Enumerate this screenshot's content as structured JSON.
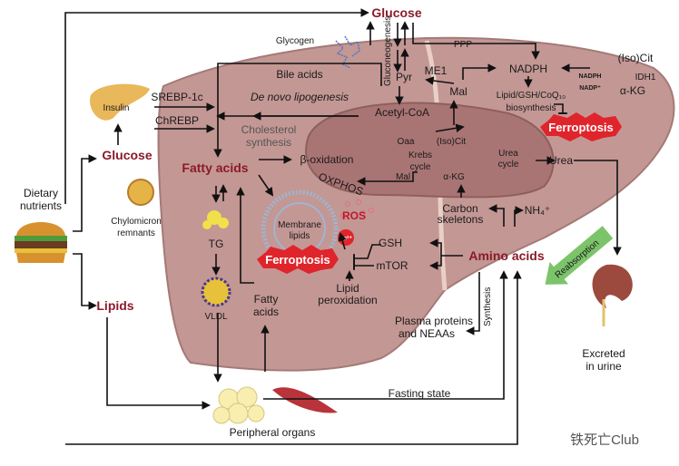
{
  "labels": {
    "glucose_top": "Glucose",
    "glycogen": "Glycogen",
    "gluconeogenesis": "Gluconeogenesis",
    "ppp": "PPP",
    "pyr": "Pyr",
    "me1": "ME1",
    "mal_cyto": "Mal",
    "nadph": "NADPH",
    "isocit_cyto": "(Iso)Cit",
    "nadph_small": "NADPH",
    "nadp_small": "NADP⁺",
    "idh1": "IDH1",
    "akg_cyto": "α-KG",
    "biosynthesis_1": "Lipid/GSH/CoQ₁₀",
    "biosynthesis_2": "biosynthesis",
    "ferroptosis_right": "Ferroptosis",
    "bile_acids": "Bile acids",
    "srebp": "SREBP-1c",
    "chrebp": "ChREBP",
    "insulin": "Insulin",
    "de_novo": "De novo lipogenesis",
    "acetyl_coa": "Acetyl-CoA",
    "cholesterol_1": "Cholesterol",
    "cholesterol_2": "synthesis",
    "glucose_left": "Glucose",
    "fatty_acids": "Fatty acids",
    "beta_oxidation": "β-oxidation",
    "oaa": "Oaa",
    "isocit_mito": "(Iso)Cit",
    "krebs_1": "Krebs",
    "krebs_2": "cycle",
    "mal_mito": "Mal",
    "akg_mito": "α-KG",
    "urea_cycle_1": "Urea",
    "urea_cycle_2": "cycle",
    "urea": "Urea",
    "oxphos": "OXPHOS",
    "dietary_1": "Dietary",
    "dietary_2": "nutrients",
    "chylomicron_1": "Chylomicron",
    "chylomicron_2": "remnants",
    "tg": "TG",
    "membrane_1": "Membrane",
    "membrane_2": "lipids",
    "ros": "ROS",
    "fe": "Fe²⁺",
    "gsh": "GSH",
    "mtor": "mTOR",
    "ferroptosis_left": "Ferroptosis",
    "carbon_1": "Carbon",
    "carbon_2": "skeletons",
    "nh4": "NH₄⁺",
    "amino_acids": "Amino acids",
    "reabsorption": "Reabsorption",
    "lipids": "Lipids",
    "vldl": "VLDL",
    "fatty_acids_low_1": "Fatty",
    "fatty_acids_low_2": "acids",
    "lipid_perox_1": "Lipid",
    "lipid_perox_2": "peroxidation",
    "synthesis": "Synthesis",
    "plasma_1": "Plasma proteins",
    "plasma_2": "and NEAAs",
    "excreted_1": "Excreted",
    "excreted_2": "in urine",
    "peripheral": "Peripheral organs",
    "fasting": "Fasting state"
  },
  "watermark": "铁死亡Club",
  "colors": {
    "liver": "#c39794",
    "mitochondria": "#a97574",
    "highlight_red": "#8b1a2a",
    "ferroptosis_burst": "#e0242c",
    "reabsorption_arrow": "#7cc46a",
    "gallbladder": "#a9c9a2"
  }
}
